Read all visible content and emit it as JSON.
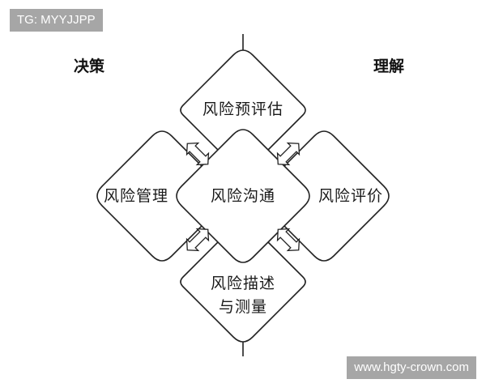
{
  "corner_labels": {
    "left": "决策",
    "right": "理解"
  },
  "nodes": {
    "top": "风险预评估",
    "left": "风险管理",
    "center": "风险沟通",
    "right": "风险评价",
    "bottom_line1": "风险描述",
    "bottom_line2": "与测量"
  },
  "watermarks": {
    "top_left": "TG: MYYJJPP",
    "bottom_right": "www.hgty-crown.com"
  },
  "colors": {
    "stroke": "#222222",
    "watermark_bg": "#a6a6a6",
    "watermark_text": "#ffffff"
  }
}
